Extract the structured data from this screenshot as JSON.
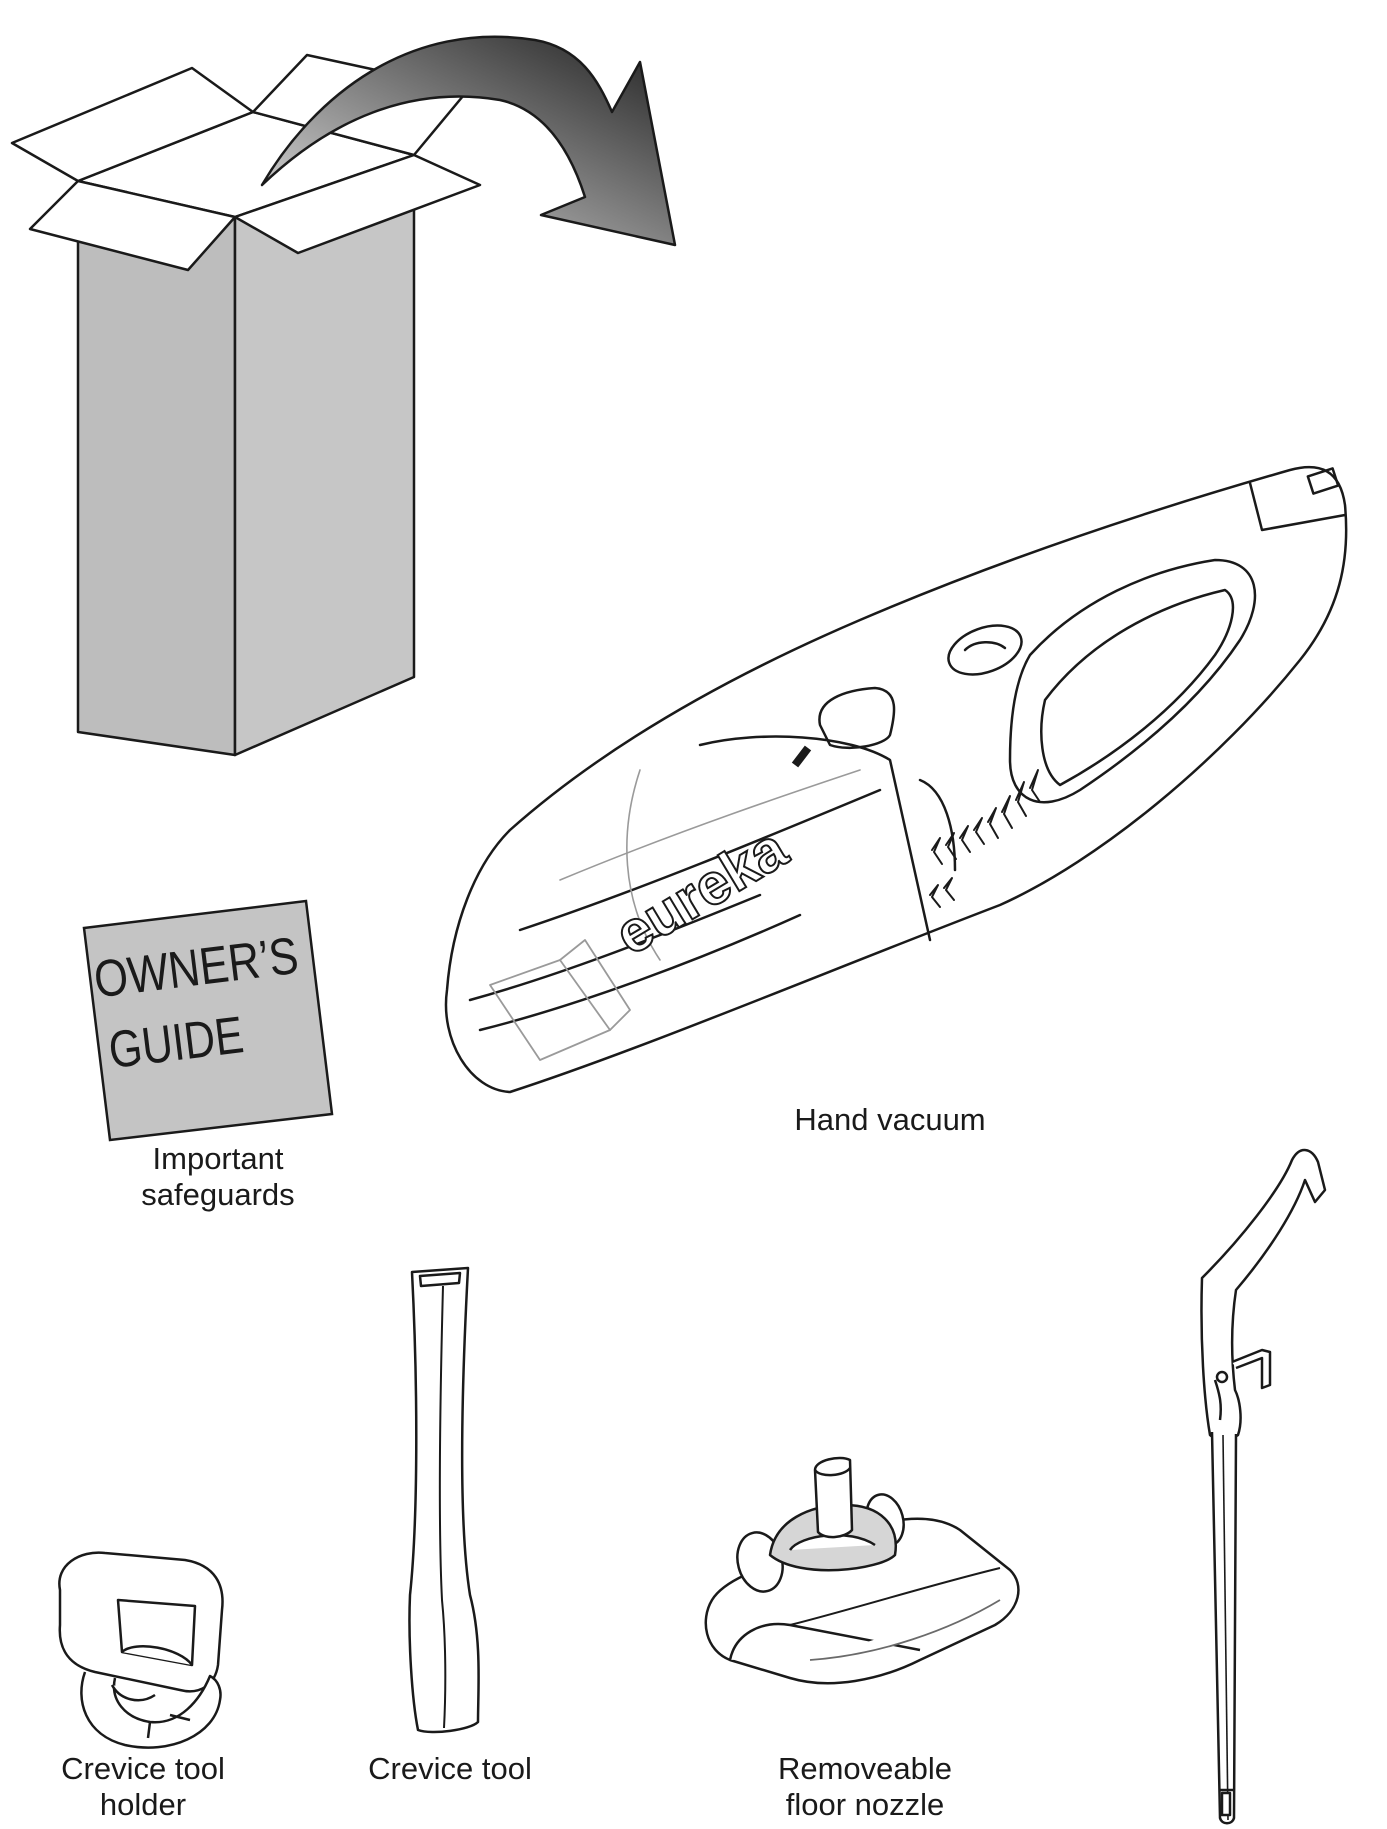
{
  "colors": {
    "line": "#1a1a1a",
    "box_gray": "#bdbdbd",
    "book_gray": "#c4c4c4",
    "arrow_dark": "#2a2a2a",
    "arrow_light": "#bcbcbc",
    "faint_line": "#9a9a9a"
  },
  "guide": {
    "cover_line1": "OWNER’S",
    "cover_line2": "GUIDE",
    "caption_line1": "Important",
    "caption_line2": "safeguards"
  },
  "vacuum": {
    "brand": "eureka",
    "caption": "Hand vacuum"
  },
  "crevice_holder": {
    "caption_line1": "Crevice tool",
    "caption_line2": "holder"
  },
  "crevice_tool": {
    "caption": "Crevice tool"
  },
  "floor_nozzle": {
    "caption_line1": "Removeable",
    "caption_line2": "floor nozzle"
  }
}
